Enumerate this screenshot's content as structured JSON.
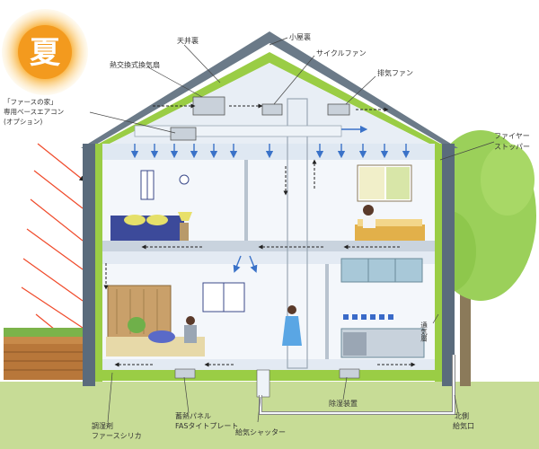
{
  "season_badge": {
    "text": "夏",
    "color": "#f39a1e"
  },
  "labels": {
    "attic_roof": "小屋裏",
    "ceiling_space": "天井裏",
    "cycle_fan": "サイクルファン",
    "heat_exchange_fan": "熱交換式換気扇",
    "exhaust_fan": "排気ファン",
    "aircon_line1": "「ファースの家」",
    "aircon_line2": "専用ベースエアコン",
    "aircon_line3": "(オプション)",
    "fire_stopper_line1": "ファイヤー",
    "fire_stopper_line2": "ストッパー",
    "ventilation_layer": "通気層",
    "humidity_agent_line1": "調湿剤",
    "humidity_agent_line2": "ファースシリカ",
    "thermal_panel_line1": "蓄熱パネル",
    "thermal_panel_line2": "FASタイトプレート",
    "dehumidifier": "除湿装置",
    "intake_shutter": "給気シャッター",
    "north_intake_line1": "北側",
    "north_intake_line2": "給気口"
  },
  "colors": {
    "insulation": "#9acd45",
    "wall": "#5a6b7c",
    "roof": "#6b7a88",
    "airflow": "#3a72c8",
    "sun_ray": "#f04a2a",
    "ground": "#c7dc96",
    "tree": "#9bd05a"
  }
}
